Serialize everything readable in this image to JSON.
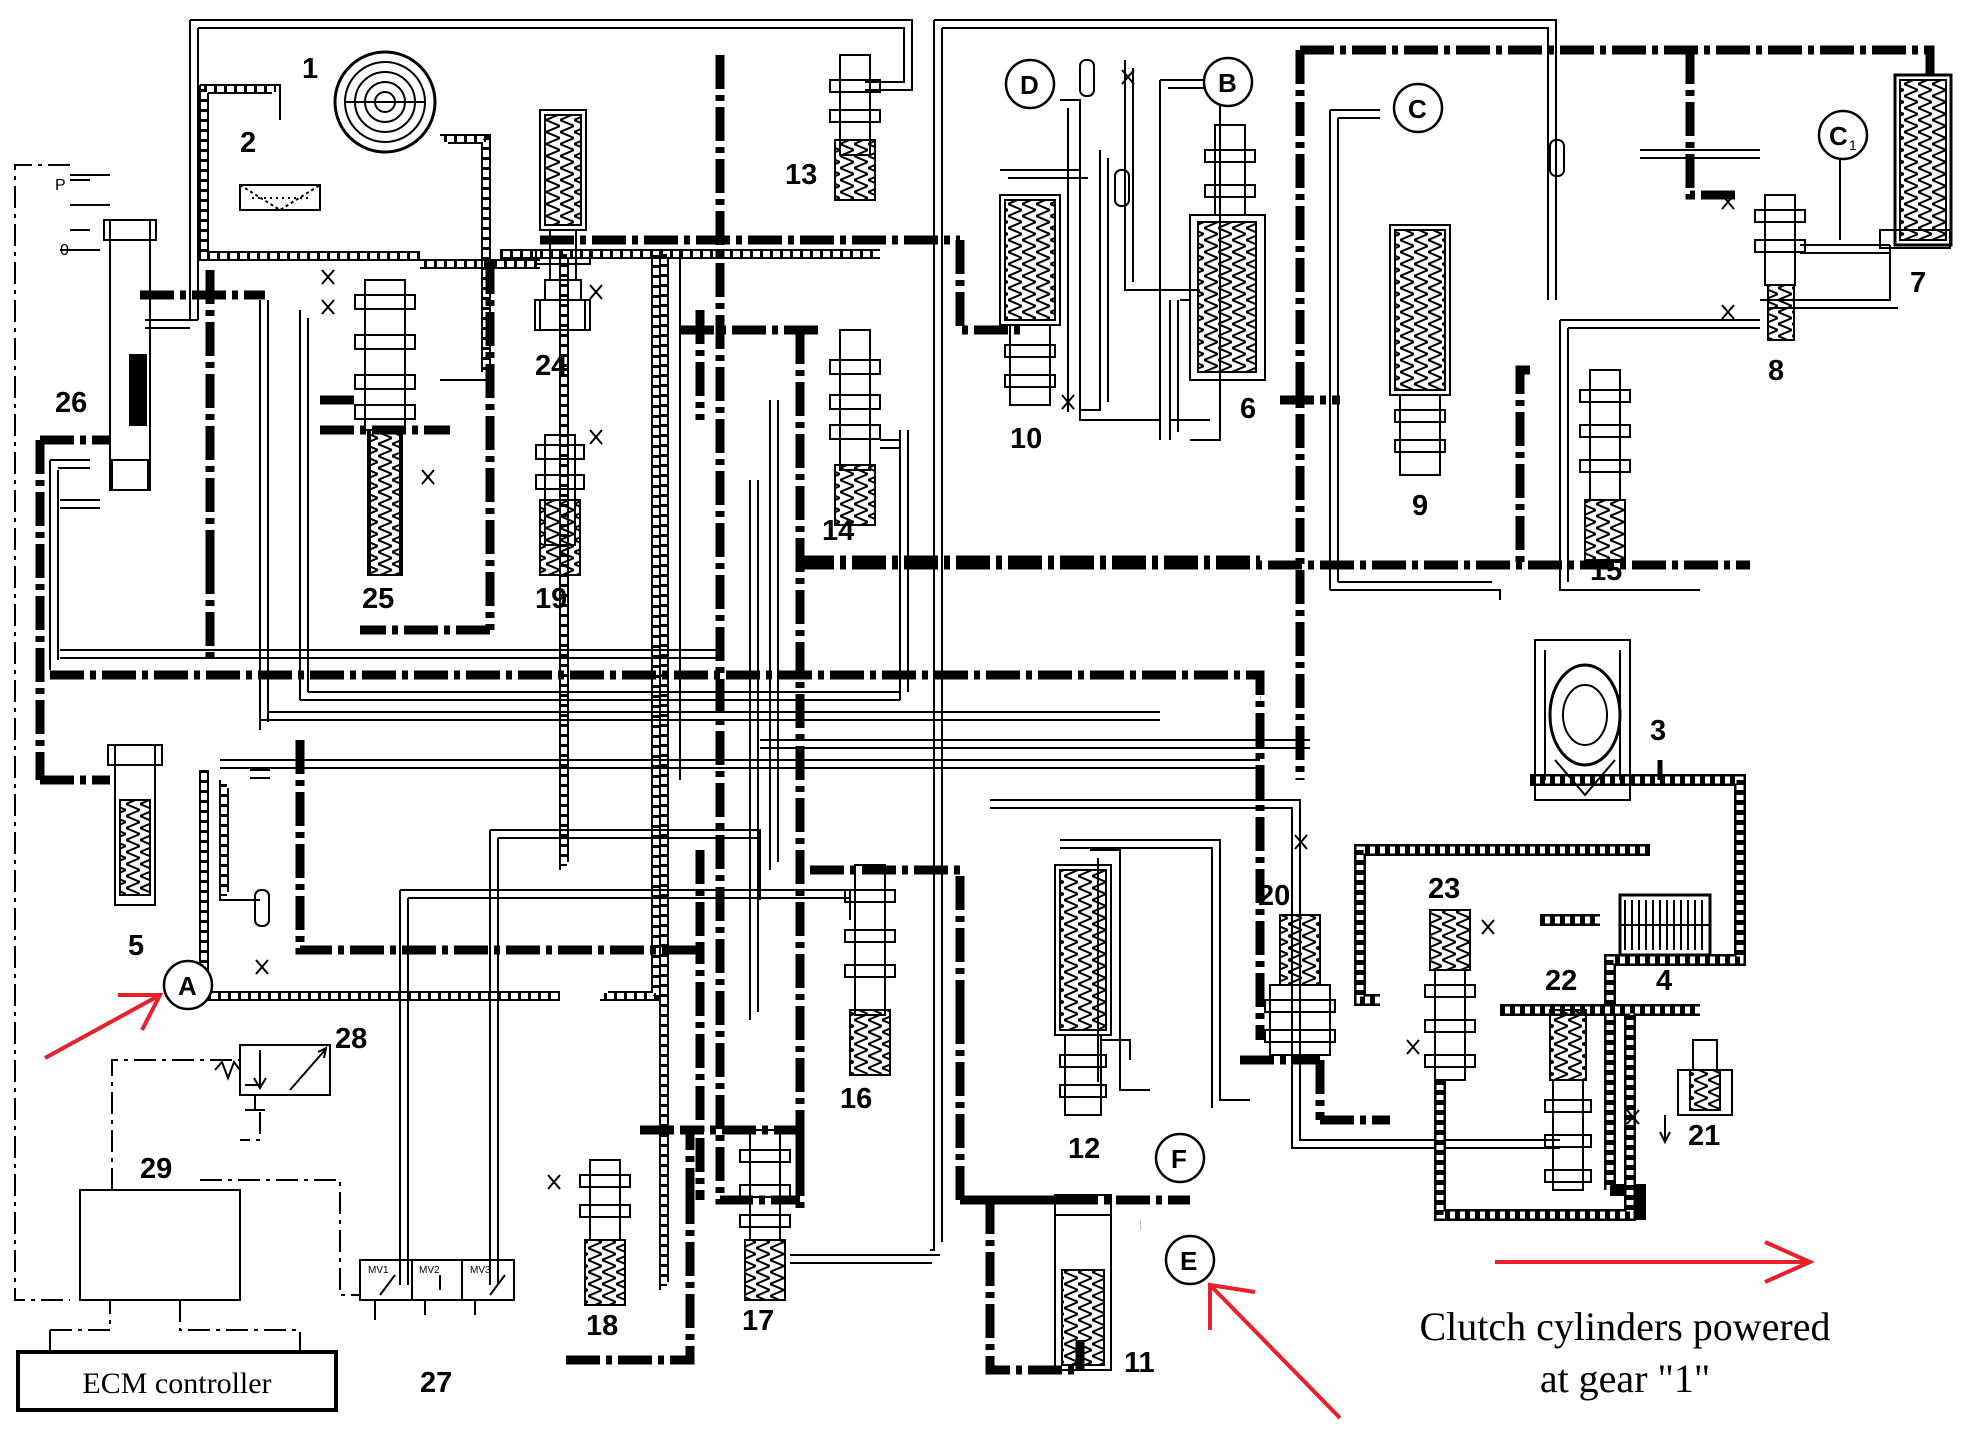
{
  "diagram": {
    "component_labels": [
      "1",
      "2",
      "3",
      "4",
      "5",
      "6",
      "7",
      "8",
      "9",
      "10",
      "11",
      "12",
      "13",
      "14",
      "15",
      "16",
      "17",
      "18",
      "19",
      "20",
      "21",
      "22",
      "23",
      "24",
      "25",
      "26",
      "27",
      "28",
      "29"
    ],
    "port_labels": {
      "A": "A",
      "B": "B",
      "C": "C",
      "C1": "C",
      "C1_sub": "1",
      "D": "D",
      "E": "E",
      "F": "F"
    },
    "valve_labels": [
      "MV1",
      "MV2",
      "MV3"
    ],
    "pressure_scale": {
      "p": "P",
      "zero": "0"
    },
    "ecm_box": "ECM controller",
    "caption": [
      "Clutch cylinders powered",
      "at gear \"1\""
    ],
    "colors": {
      "line": "#000000",
      "arrow": "#e8202a",
      "background": "#ffffff"
    }
  }
}
